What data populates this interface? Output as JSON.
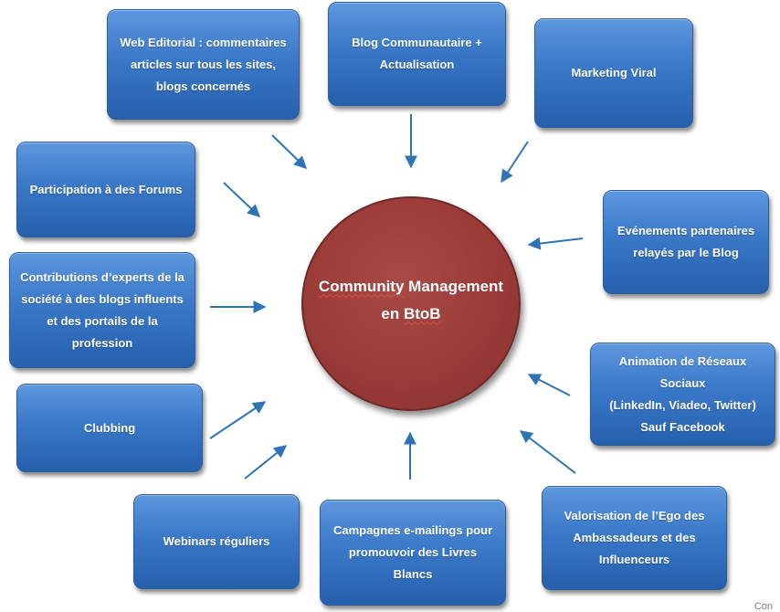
{
  "center": {
    "line1_word1": "Community",
    "line1_word2": "Management",
    "line2_word1": "en",
    "line2_word2": "BtoB"
  },
  "nodes": {
    "web_editorial": "Web Editorial : commentaires\narticles sur tous les sites,\nblogs concernés",
    "blog": "Blog Communautaire +\nActualisation",
    "marketing_viral": "Marketing Viral",
    "forums": "Participation à des Forums",
    "evenements": "Evénements partenaires\nrelayés par le Blog",
    "contributions": "Contributions d’experts de la\nsociété à des blogs influents\net des portails de la\nprofession",
    "reseaux": "Animation de Réseaux\nSociaux\n(LinkedIn, Viadeo, Twitter)\nSauf Facebook",
    "clubbing": "Clubbing",
    "webinars": "Webinars réguliers",
    "campagnes": "Campagnes e-mailings pour\npromouvoir des Livres Blancs",
    "valorisation": "Valorisation de l’Ego des\nAmbassadeurs et des\nInfluenceurs"
  },
  "corner_text": "Con",
  "colors": {
    "box": "#3a78c8",
    "circle": "#9a3b38",
    "arrow": "#2e74b5",
    "text": "#ffffff"
  }
}
